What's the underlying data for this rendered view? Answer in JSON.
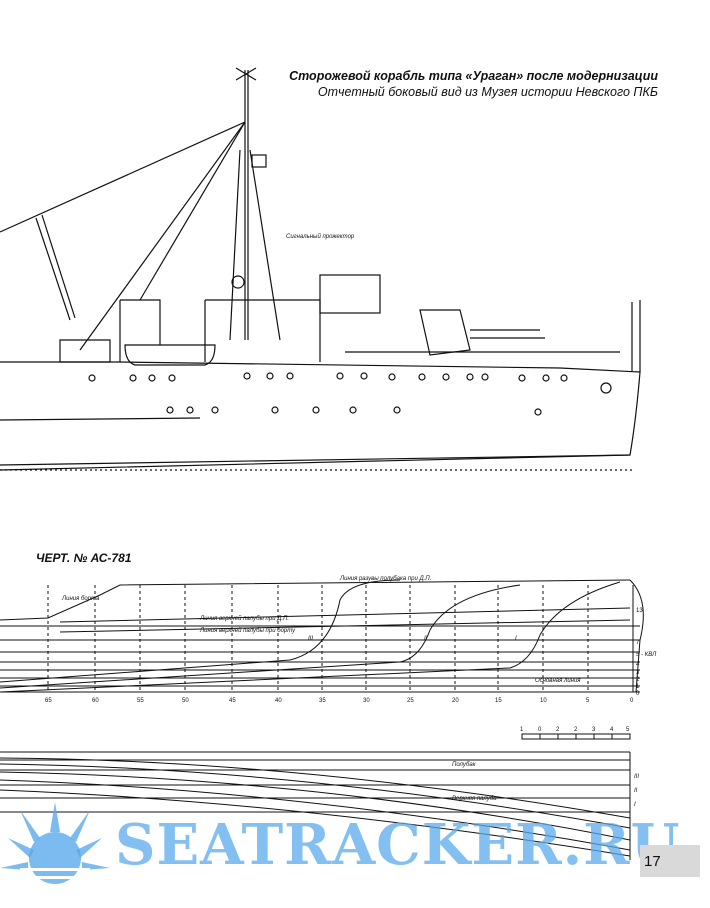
{
  "caption": {
    "title": "Сторожевой корабль типа «Ураган» после модернизации",
    "subtitle": "Отчетный боковый вид из Музея истории Невского ПКБ"
  },
  "profile": {
    "mast_label": "Сигнальный прожектор"
  },
  "lines_drawing": {
    "drawing_number": "ЧЕРТ. № АС-781",
    "labels": {
      "sheer_line": "Линия разувы полубака при Д.П.",
      "upper_deck_dp": "Линия верхней палубы при Д.П.",
      "upper_deck_side": "Линия верхней палубы при борту",
      "deck_side": "Линия борта",
      "baseline": "Основная линия",
      "waterline": "5 - КВЛ",
      "sections": [
        "III",
        "II",
        "I"
      ],
      "poluback": "Полубак",
      "upper_deck_plan": "Верхняя палуба"
    },
    "station_ticks": [
      "65",
      "60",
      "55",
      "50",
      "45",
      "40",
      "35",
      "30",
      "25",
      "20",
      "15",
      "10",
      "5",
      "0"
    ],
    "right_scale": [
      "13",
      "7",
      "5 - КВЛ",
      "4",
      "3",
      "2",
      "1",
      "0"
    ],
    "plan_scale": [
      "1",
      "0",
      "2",
      "2",
      "3",
      "4",
      "5"
    ],
    "plan_right_marks": [
      "III",
      "II",
      "I"
    ]
  },
  "watermark": "SEATRACKER.RU",
  "page_number": "17",
  "colors": {
    "ink": "#111111",
    "watermark": "#5aaaeb",
    "pagebox": "#d9d9d9"
  }
}
